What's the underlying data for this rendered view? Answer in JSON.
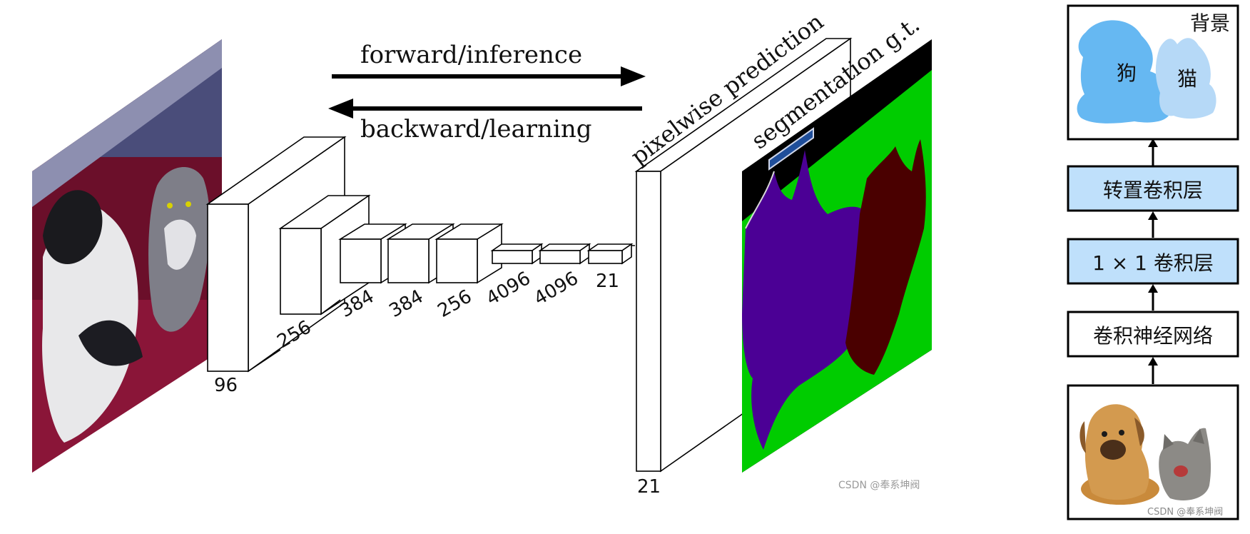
{
  "arrows": {
    "forward_label": "forward/inference",
    "backward_label": "backward/learning"
  },
  "layers": {
    "l1": "96",
    "l2": "256",
    "l3": "384",
    "l4": "384",
    "l5": "256",
    "l6": "4096",
    "l7": "4096",
    "l8": "21",
    "pred": "21"
  },
  "planes": {
    "prediction_label": "pixelwise prediction",
    "gt_label": "segmentation g.t."
  },
  "watermark_main": "CSDN @奉系坤阀",
  "pipeline": {
    "background_label": "背景",
    "dog_label": "狗",
    "cat_label": "猫",
    "transpose_conv": "转置卷积层",
    "conv1x1": "1 × 1 卷积层",
    "cnn": "卷积神经网络",
    "watermark_small": "CSDN @奉系坤阀"
  },
  "colors": {
    "seg_green": "#00cc00",
    "seg_purple": "#4b0095",
    "seg_maroon": "#4a0000",
    "seg_blue": "#1f4e9a",
    "box_fill": "#bfe0fb",
    "mask_dog": "#66b8f2",
    "mask_cat": "#b6d9f7"
  }
}
